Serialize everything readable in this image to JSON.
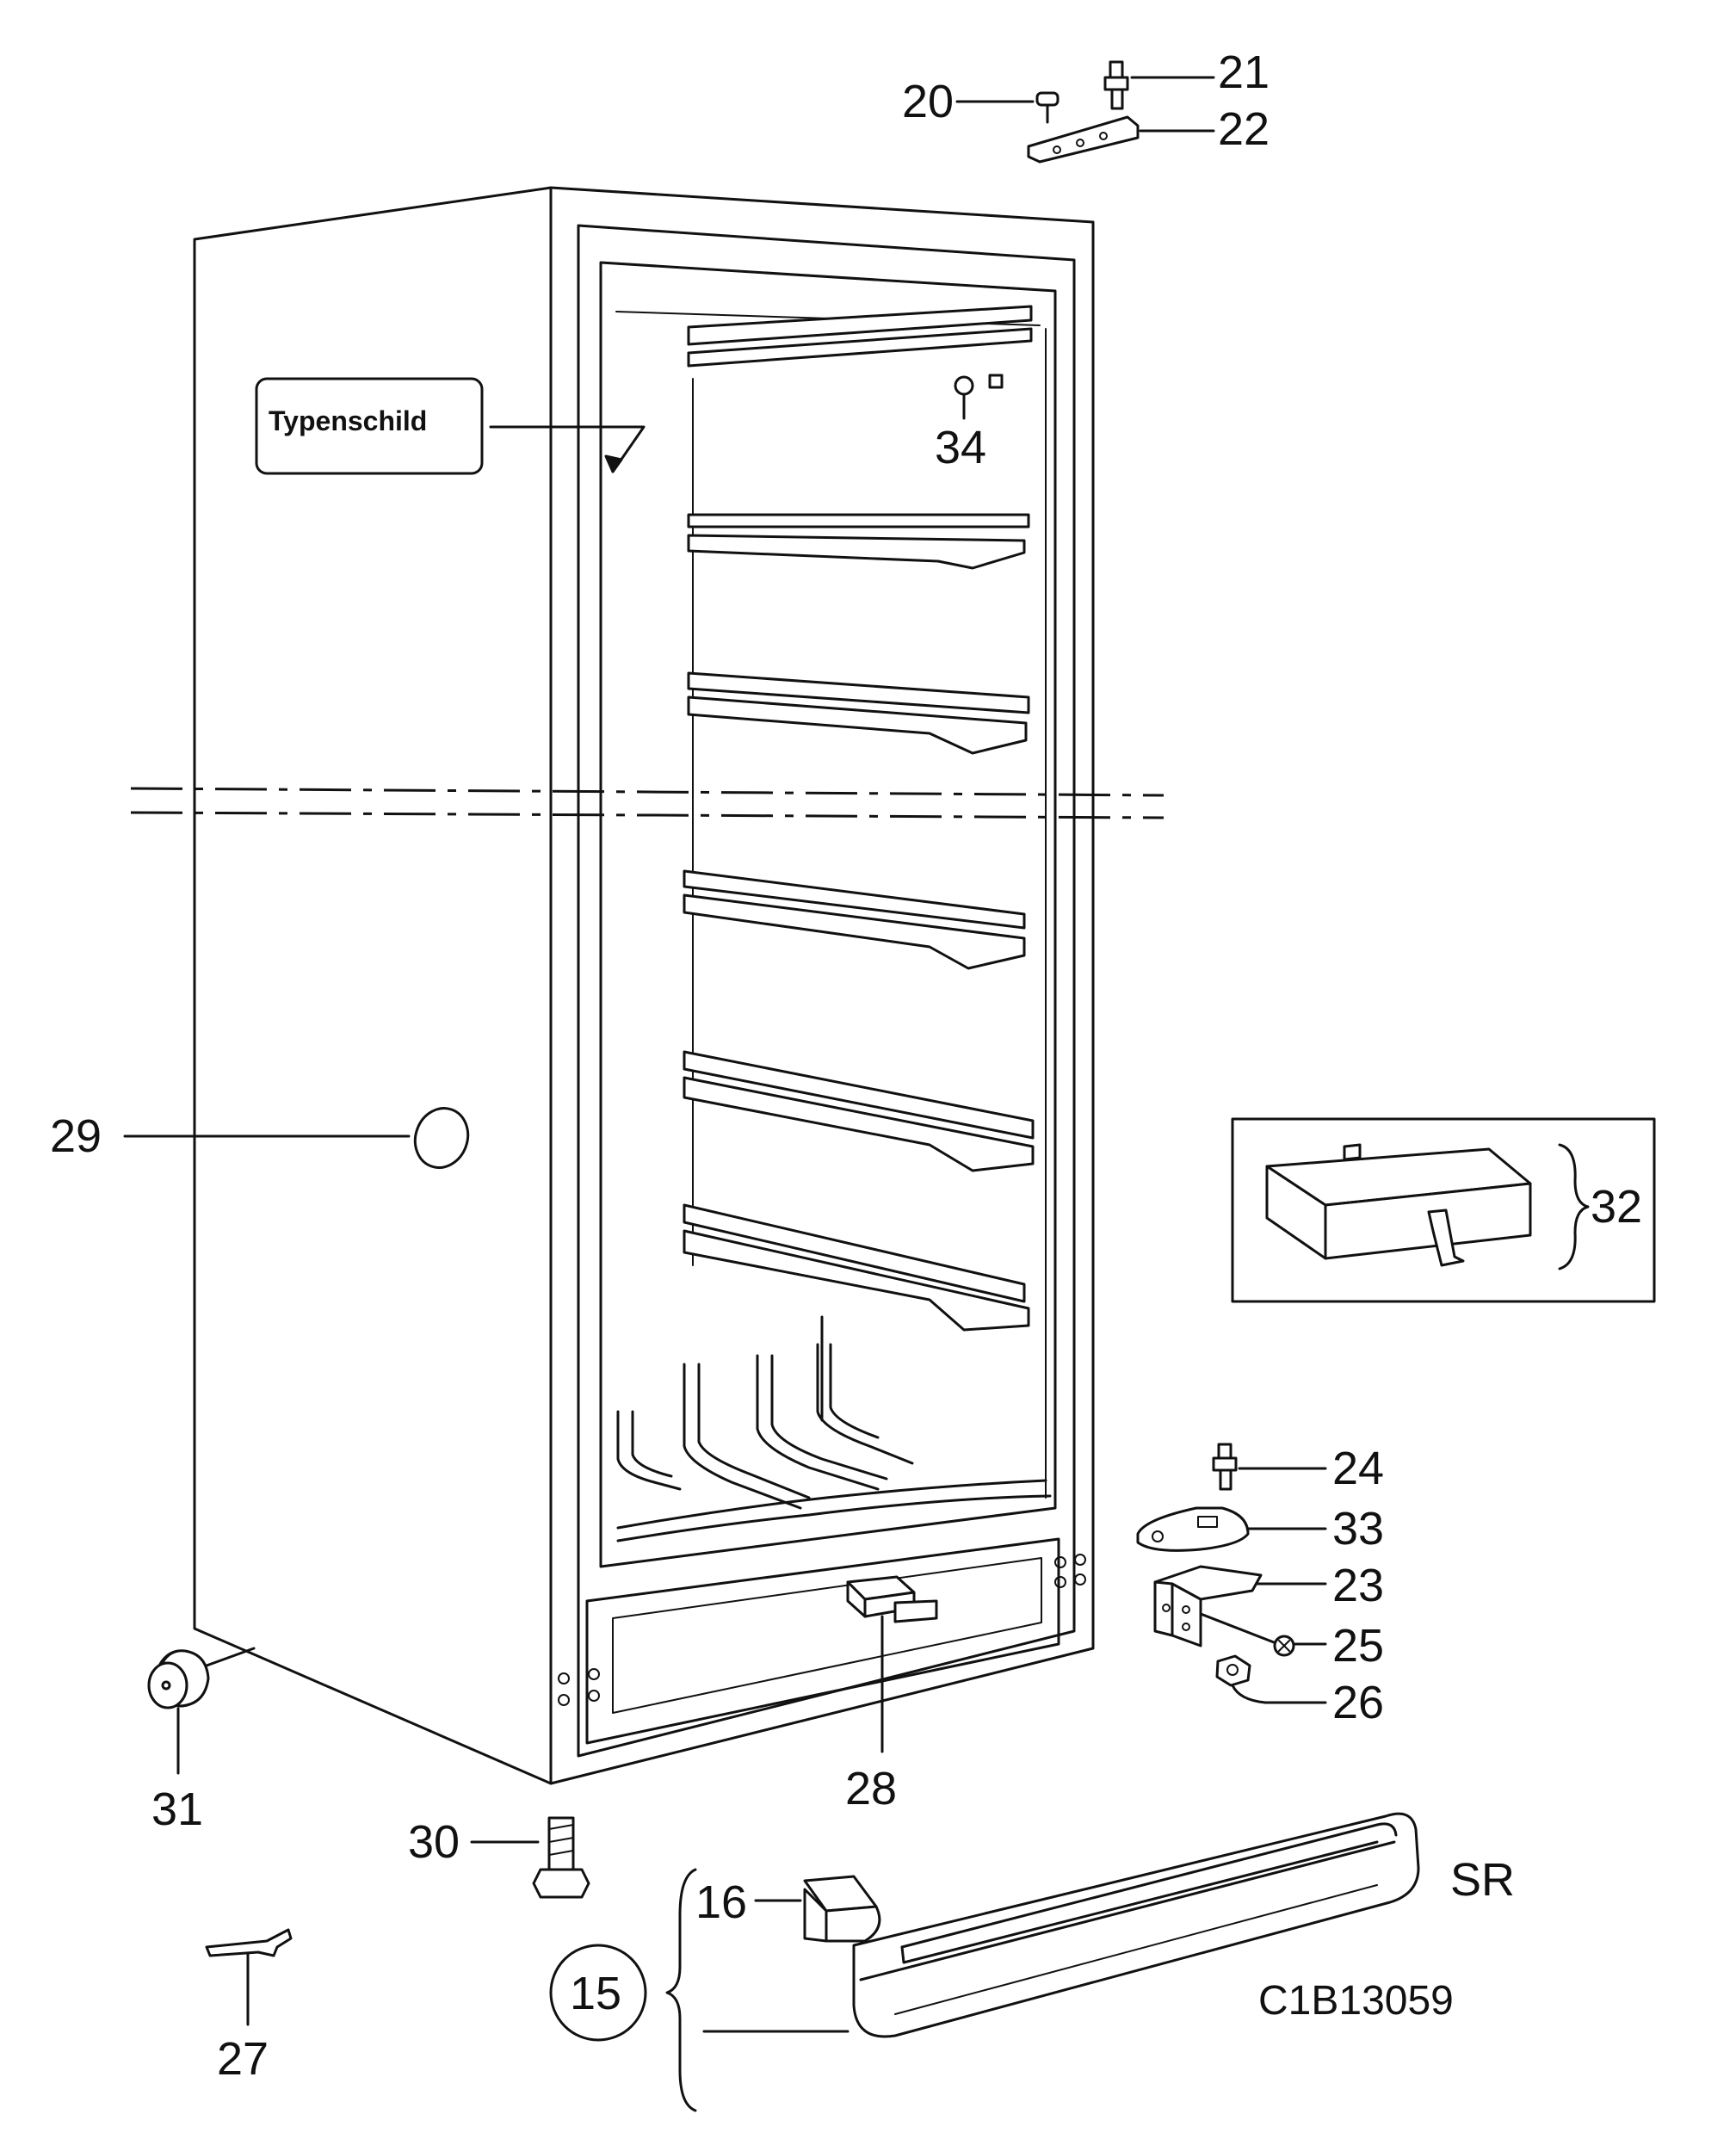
{
  "type_plate": "Typenschild",
  "callouts": [
    "20",
    "21",
    "22",
    "34",
    "29",
    "32",
    "24",
    "33",
    "23",
    "25",
    "26",
    "31",
    "28",
    "30",
    "16",
    "15",
    "27"
  ],
  "variant": "SR",
  "drawing_code": "C1B13059",
  "colors": {
    "line": "#111111",
    "background": "#ffffff"
  }
}
